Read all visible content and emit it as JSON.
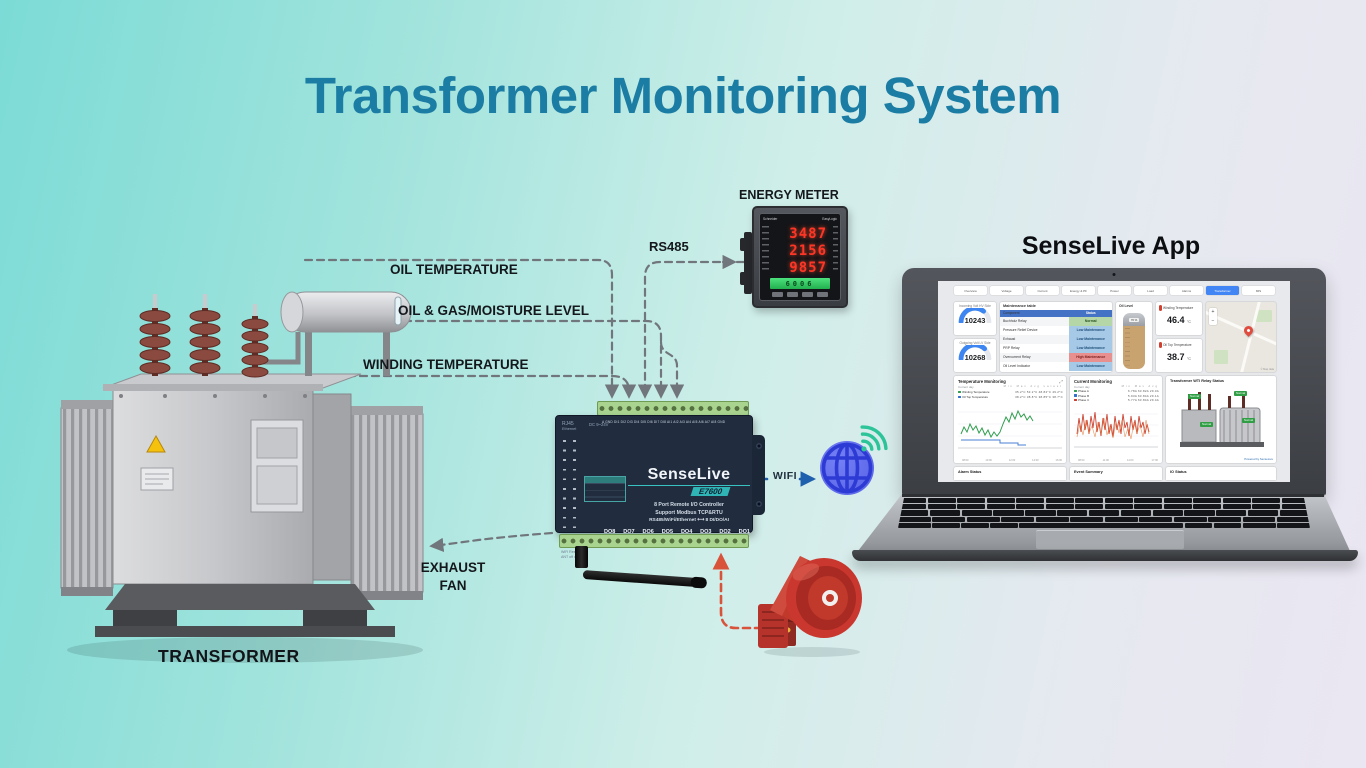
{
  "title": "Transformer Monitoring System",
  "colors": {
    "title": "#1b7ca4",
    "background_teal": "#7cdbd6",
    "background_lavender": "#eae6f2",
    "dashed_line": "#767c82",
    "wifi_arrow": "#1e5fae",
    "siren_line": "#d9533a",
    "globe": "#5b67e9",
    "wifi_icon": "#2ec49a",
    "status_ok": "#b5d6a7",
    "status_low": "#a7c9e8",
    "status_high": "#e89090",
    "active_tab": "#4285f4"
  },
  "transformer": {
    "label": "TRANSFORMER"
  },
  "energy_meter": {
    "label": "ENERGY METER",
    "brand": "Schneider",
    "model": "EasyLogic",
    "display_rows": [
      "3487",
      "2156",
      "9857"
    ],
    "aux_display": "6006"
  },
  "connections": {
    "oil_temperature": "OIL TEMPERATURE",
    "oil_gas_moisture": "OIL & GAS/MOISTURE LEVEL",
    "winding_temperature": "WINDING TEMPERATURE",
    "rs485": "RS485",
    "exhaust_line1": "EXHAUST",
    "exhaust_line2": "FAN",
    "wifi": "WIFI"
  },
  "device": {
    "brand": "SenseLive",
    "model": "E7600",
    "desc_line1": "8 Port Remote I/O Controller",
    "desc_line2": "Support Modbus TCP&RTU",
    "desc_line3": "RS485/WiFi/Ethernet ⟷ 8 DI/DO/AI",
    "port_label1": "RJ45",
    "port_label2": "Ethernet",
    "power_label": "DC 9~24V",
    "terminal_row": "A GND DI1 DI2 DI3 DI4 DI5 DI6 DI7 DI8 AI1 AI2 AI3 AI4 AI5 AI6 AI7 AI8 GND",
    "do_labels": [
      "DO8",
      "DO7",
      "DO6",
      "DO5",
      "DO4",
      "DO3",
      "DO2",
      "DO1"
    ],
    "bottom_label1": "WiFi Reset",
    "bottom_label2": "ANT off on"
  },
  "app": {
    "label": "SenseLive App",
    "tabs": [
      "Overview",
      "Voltage",
      "Current",
      "Energy & PF",
      "Power",
      "Load",
      "Alarms",
      "Transformer",
      "MIS"
    ],
    "active_tab": "Transformer",
    "gauges": [
      {
        "title": "Incoming Volt HV Side",
        "value": "10243"
      },
      {
        "title": "Outgoing Volt LV Side",
        "value": "10268"
      }
    ],
    "maintenance": {
      "title": "Maintenance table",
      "col_component": "Component",
      "col_status": "Status",
      "rows": [
        {
          "component": "Buchholz Relay",
          "status": "Normal"
        },
        {
          "component": "Pressure Relief Device",
          "status": "Low Maintenance"
        },
        {
          "component": "Exhaust",
          "status": "Low Maintenance"
        },
        {
          "component": "PRP Relay",
          "status": "Low Maintenance"
        },
        {
          "component": "Overcurrent Relay",
          "status": "High Maintenance"
        },
        {
          "component": "Oil Level Indicator",
          "status": "Low Maintenance"
        }
      ]
    },
    "oil_level": {
      "title": "Oil Level",
      "value": "76 %"
    },
    "winding_temp": {
      "title": "Winding Temperature",
      "value": "46.4",
      "unit": "°C"
    },
    "oil_top_temp": {
      "title": "Oil Top Temperature",
      "value": "38.7",
      "unit": "°C"
    },
    "map": {
      "zoom_in": "+",
      "zoom_out": "−",
      "attribution": "© Map data"
    },
    "temp_chart": {
      "title": "Temperature Monitoring",
      "subtitle": "Current day",
      "cols": "Min  Max  Avg  Latest",
      "series": [
        {
          "name": "Winding Temperature",
          "stats": "35.2°C  53.2°C  48.84°C  49.2°C"
        },
        {
          "name": "Oil Top Temperature",
          "stats": "38.2°C  38.8°C  38.85°C  38.7°C"
        }
      ],
      "x_tick1": "08:00",
      "x_tick2": "10:00",
      "x_tick3": "12:00",
      "x_tick4": "14:00",
      "x_tick5": "16:00"
    },
    "current_chart": {
      "title": "Current Monitoring",
      "subtitle": "Current day",
      "cols": "Min  Max  Avg",
      "series": [
        {
          "name": "Phase A",
          "stats": "6.78A  63.82A  29.3A"
        },
        {
          "name": "Phase B",
          "stats": "5.93A  63.84A  29.1A"
        },
        {
          "name": "Phase C",
          "stats": "5.77A  63.84A  29.4A"
        }
      ],
      "x_tick1": "08:00",
      "x_tick2": "11:00",
      "x_tick3": "14:00",
      "x_tick4": "17:00"
    },
    "wti": {
      "title": "Transformer WTI Relay Status",
      "badges": [
        "Normal",
        "Normal",
        "Normal",
        "Normal"
      ],
      "footer": "Powered by SenseLive"
    },
    "strips": [
      "Alarm Status",
      "Event Summary",
      "IO Status"
    ]
  }
}
